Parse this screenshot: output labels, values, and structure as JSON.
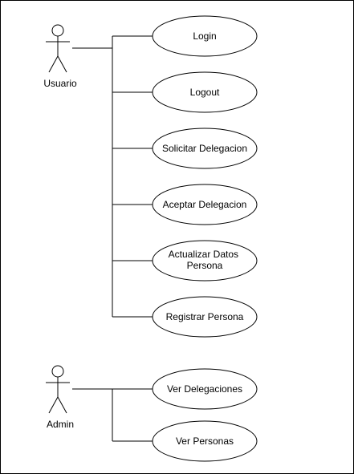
{
  "diagram": {
    "actors": [
      {
        "id": "usuario",
        "name": "Usuario"
      },
      {
        "id": "admin",
        "name": "Admin"
      }
    ],
    "use_cases": [
      {
        "id": "login",
        "lines": [
          "Login"
        ]
      },
      {
        "id": "logout",
        "lines": [
          "Logout"
        ]
      },
      {
        "id": "solicitar",
        "lines": [
          "Solicitar Delegacion"
        ]
      },
      {
        "id": "aceptar",
        "lines": [
          "Aceptar Delegacion"
        ]
      },
      {
        "id": "actualizar",
        "lines": [
          "Actualizar Datos",
          "Persona"
        ]
      },
      {
        "id": "registrar",
        "lines": [
          "Registrar Persona"
        ]
      },
      {
        "id": "ver-delegaciones",
        "lines": [
          "Ver Delegaciones"
        ]
      },
      {
        "id": "ver-personas",
        "lines": [
          "Ver Personas"
        ]
      }
    ],
    "associations": [
      {
        "actor": "usuario",
        "use_cases": [
          "login",
          "logout",
          "solicitar",
          "aceptar",
          "actualizar",
          "registrar"
        ]
      },
      {
        "actor": "admin",
        "use_cases": [
          "ver-delegaciones",
          "ver-personas"
        ]
      }
    ],
    "colors": {
      "stroke": "#000000",
      "fill": "#ffffff",
      "text": "#000000"
    }
  }
}
